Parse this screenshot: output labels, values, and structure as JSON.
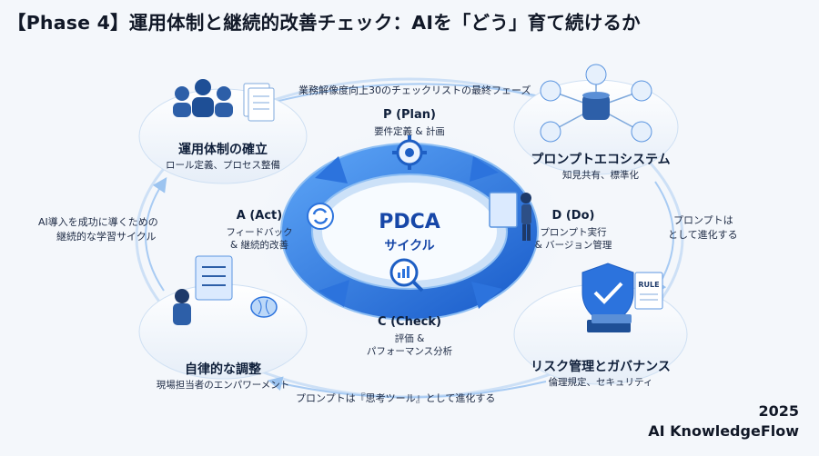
{
  "title": "【Phase 4】運用体制と継続的改善チェック：AIを「どう」育て続けるか",
  "center": {
    "title": "PDCA",
    "subtitle": "サイクル"
  },
  "pdca": {
    "plan": {
      "label": "P (Plan)",
      "desc": "要件定義 & 計画"
    },
    "do": {
      "label": "D (Do)",
      "desc1": "プロンプト実行",
      "desc2": "& バージョン管理"
    },
    "check": {
      "label": "C (Check)",
      "desc1": "評価 &",
      "desc2": "パフォーマンス分析"
    },
    "act": {
      "label": "A (Act)",
      "desc1": "フィードバック",
      "desc2": "& 継続的改善"
    }
  },
  "nodes": {
    "top_left": {
      "title": "運用体制の確立",
      "desc": "ロール定義、プロセス整備"
    },
    "top_right": {
      "title": "プロンプトエコシステム",
      "desc": "知見共有、標準化"
    },
    "bottom_left": {
      "title": "自律的な調整",
      "desc": "現場担当者のエンパワーメント"
    },
    "bottom_right": {
      "title": "リスク管理とガバナンス",
      "desc": "倫理規定、セキュリティ"
    }
  },
  "arc_labels": {
    "top": "業務解像度向上30のチェックリストの最終フェーズ",
    "right1": "プロンプトは",
    "right2": "として進化する",
    "left1": "AI導入を成功に導くための",
    "left2": "継続的な学習サイクル",
    "bottom": "プロンプトは『思考ツール』として進化する"
  },
  "rule_doc_text": "RULE",
  "footer": {
    "year": "2025",
    "brand": "AI KnowledgeFlow"
  },
  "colors": {
    "accent": "#1e66d8",
    "ring": "#3f86e8",
    "light": "#cfe3fb",
    "title": "#111827"
  }
}
